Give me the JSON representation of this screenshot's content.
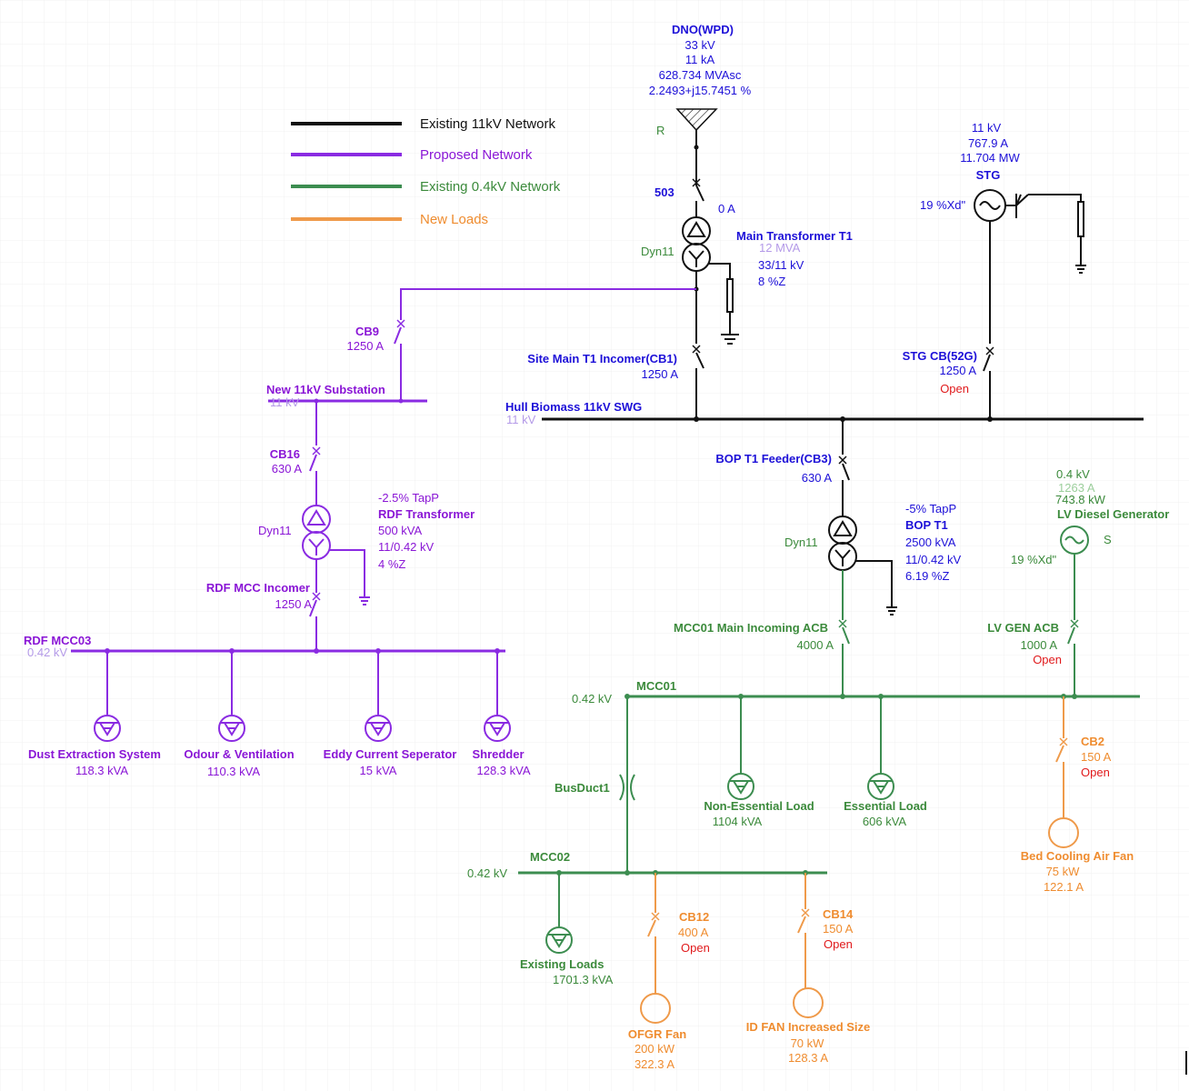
{
  "colors": {
    "existing_11kv": "#111111",
    "proposed": "#8a2be2",
    "existing_04kv": "#3c8d50",
    "new_loads": "#ef9a4a",
    "open_status": "#e0191b",
    "label_blue": "#1d10d8"
  },
  "legend": [
    {
      "label": "Existing 11kV Network",
      "color": "#111111"
    },
    {
      "label": "Proposed Network",
      "color": "#8a2be2"
    },
    {
      "label": "Existing 0.4kV Network",
      "color": "#3c8d50"
    },
    {
      "label": "New Loads",
      "color": "#ef9a4a"
    }
  ],
  "grid": {
    "name": "DNO(WPD)",
    "kv": "33 kV",
    "ka": "11 kA",
    "mvasc": "628.734 MVAsc",
    "z": "2.2493+j15.7451 %",
    "tag": "R"
  },
  "cb503": {
    "name": "503",
    "current": "0 A"
  },
  "main_tx": {
    "name": "Main Transformer T1",
    "rating": "12 MVA",
    "ratio": "33/11 kV",
    "z": "8 %Z",
    "vector": "Dyn11"
  },
  "stg": {
    "kv": "11 kV",
    "current": "767.9 A",
    "mw": "11.704 MW",
    "name": "STG",
    "xd": "19 %Xd\""
  },
  "stg_cb": {
    "name": "STG CB(52G)",
    "rating": "1250 A",
    "status": "Open"
  },
  "cb1": {
    "name": "Site Main T1 Incomer(CB1)",
    "rating": "1250 A"
  },
  "hull_bus": {
    "name": "Hull Biomass 11kV SWG",
    "kv": "11 kV"
  },
  "cb9": {
    "name": "CB9",
    "rating": "1250 A"
  },
  "new_sub": {
    "name": "New 11kV Substation",
    "kv": "11 kV"
  },
  "cb16": {
    "name": "CB16",
    "rating": "630 A"
  },
  "rdf_tx": {
    "tap": "-2.5% TapP",
    "name": "RDF Transformer",
    "rating": "500 kVA",
    "ratio": "11/0.42 kV",
    "z": "4 %Z",
    "vector": "Dyn11"
  },
  "rdf_incomer": {
    "name": "RDF MCC Incomer",
    "rating": "1250 A"
  },
  "rdf_mcc": {
    "name": "RDF  MCC03",
    "kv": "0.42 kV"
  },
  "rdf_loads": [
    {
      "name": "Dust Extraction System",
      "kva": "118.3 kVA"
    },
    {
      "name": "Odour & Ventilation",
      "kva": "110.3 kVA"
    },
    {
      "name": "Eddy Current Seperator",
      "kva": "15 kVA"
    },
    {
      "name": "Shredder",
      "kva": "128.3 kVA"
    }
  ],
  "cb3": {
    "name": "BOP T1 Feeder(CB3)",
    "rating": "630 A"
  },
  "bop_tx": {
    "tap": "-5% TapP",
    "name": "BOP T1",
    "rating": "2500 kVA",
    "ratio": "11/0.42 kV",
    "z": "6.19 %Z",
    "vector": "Dyn11"
  },
  "lv_gen": {
    "kv": "0.4 kV",
    "current": "1263 A",
    "kw": "743.8 kW",
    "name": "LV Diesel Generator",
    "xd": "19 %Xd\"",
    "tag": "S"
  },
  "mcc01_acb": {
    "name": "MCC01 Main Incoming ACB",
    "rating": "4000 A"
  },
  "lv_gen_acb": {
    "name": "LV GEN ACB",
    "rating": "1000 A",
    "status": "Open"
  },
  "mcc01": {
    "name": "MCC01",
    "kv": "0.42 kV"
  },
  "busduct": {
    "name": "BusDuct1"
  },
  "mcc01_loads": [
    {
      "name": "Non-Essential Load",
      "kva": "1104 kVA"
    },
    {
      "name": "Essential Load",
      "kva": "606 kVA"
    }
  ],
  "cb2": {
    "name": "CB2",
    "rating": "150 A",
    "status": "Open"
  },
  "bed_fan": {
    "name": "Bed Cooling Air Fan",
    "kw": "75 kW",
    "current": "122.1 A"
  },
  "mcc02": {
    "name": "MCC02",
    "kv": "0.42 kV"
  },
  "existing_loads": {
    "name": "Existing Loads",
    "kva": "1701.3 kVA"
  },
  "cb12": {
    "name": "CB12",
    "rating": "400 A",
    "status": "Open"
  },
  "cb14": {
    "name": "CB14",
    "rating": "150 A",
    "status": "Open"
  },
  "ofgr_fan": {
    "name": "OFGR Fan",
    "kw": "200 kW",
    "current": "322.3 A"
  },
  "id_fan": {
    "name": "ID FAN Increased Size",
    "kw": "70 kW",
    "current": "128.3 A"
  }
}
